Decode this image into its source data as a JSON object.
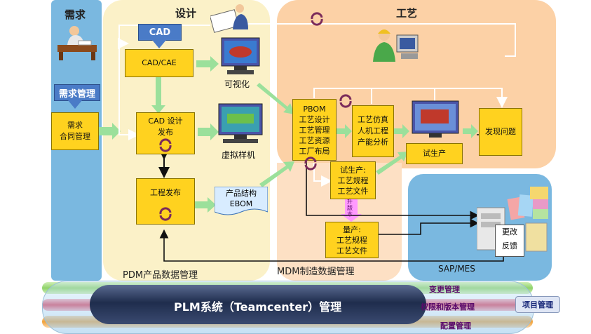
{
  "sections": {
    "demand": "需求",
    "design": "设计",
    "process": "工艺",
    "pdm": "PDM产品数据管理",
    "mdm": "MDM制造数据管理",
    "sap": "SAP/MES"
  },
  "demand": {
    "button": "需求管理",
    "box": "需求\n合同管理"
  },
  "design": {
    "cad_button": "CAD",
    "cad_cae": "CAD/CAE",
    "visual": "可视化",
    "cad_release": "CAD 设计\n发布",
    "virtual_proto": "虚拟样机",
    "eng_release": "工程发布",
    "ebom": "产品结构\nEBOM"
  },
  "process": {
    "pbom": "PBOM\n工艺设计\n工艺管理\n工艺资源\n工厂布局",
    "simulation": "工艺仿真\n人机工程\n产能分析",
    "trial_station": "试生产",
    "issue": "发现问题",
    "trial_docs": "试生产:\n工艺规程\n工艺文件",
    "upgrade": "升\n版\n本",
    "mass_docs": "量产:\n工艺规程\n工艺文件"
  },
  "sap": {
    "feedback": "更改\n反馈"
  },
  "plm": {
    "title": "PLM系统（Teamcenter）管理",
    "change_mgmt": "变更管理",
    "permission_mgmt": "权限和版本管理",
    "project_mgmt": "项目管理",
    "config_mgmt": "配置管理"
  },
  "colors": {
    "demand_blue": "#7ab8e0",
    "design_cream": "#fbf1c8",
    "process_peach": "#fcd1a6",
    "box_yellow": "#ffd21f",
    "arrow_green": "#9be09b",
    "pipe_navy": "#1f2d4d"
  }
}
